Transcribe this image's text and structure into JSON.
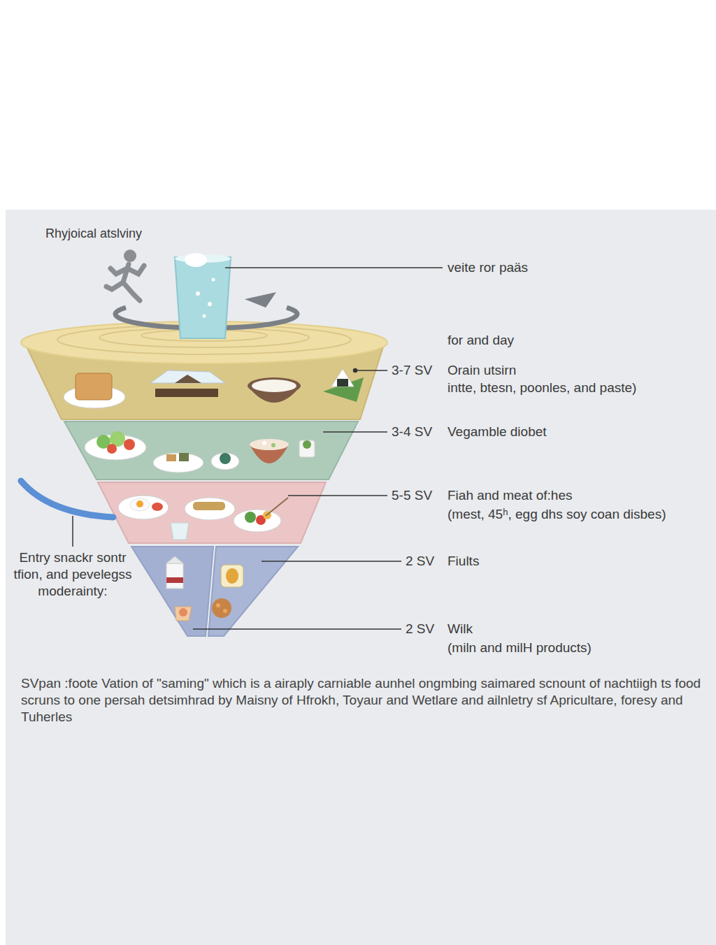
{
  "diagram": {
    "caption": "SVpan :foote Vation of \"saming\" which is a airaply carniable aunhel ongmbing saimared scnount of nachtiigh ts food scruns to one persah detsimhrad by Maisny of Hfrokh, Toyaur and Wetlare and ailnletry sf Apricultare, foresy and Tuherles",
    "nodes": [
      {
        "text": [
          "3-7 SV",
          "Orain utsirn",
          "intte, btesn, poonles, and paste)"
        ]
      },
      {
        "text": [
          "3-4 SV",
          "Vegamble diobet"
        ]
      },
      {
        "text": [
          "5-5 SV",
          "Fiah and meat of:hes",
          "(mest, 45ʰ, egg dhs soy coan disbes)"
        ]
      },
      {
        "text": [
          "2 SV",
          "Fiults"
        ]
      },
      {
        "text": [
          "2 SV",
          "Wilk",
          "(miln and milH products)"
        ]
      }
    ],
    "labels": [
      "Rhyjoical atslviny",
      "veite ror paäs",
      "for and day",
      "Entry snackr sontr tfion, and pevelegss moderainty:"
    ]
  }
}
